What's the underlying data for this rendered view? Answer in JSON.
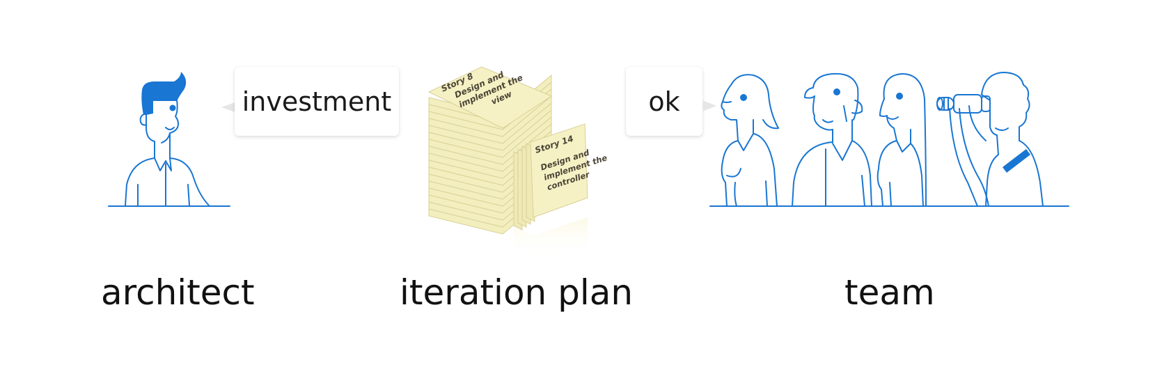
{
  "colors": {
    "line_blue": "#1976d2",
    "card_fill": "#f6f1c4",
    "card_edge": "#d8d098",
    "card_text": "#4a4536",
    "caption_text": "#111111"
  },
  "architect": {
    "label": "architect",
    "bubble_text": "investment",
    "icon": "architect-person-icon"
  },
  "iteration_plan": {
    "label": "iteration plan",
    "icon": "story-card-stack-icon",
    "back_card": {
      "title": "Story 8",
      "lines": [
        "Design and",
        "implement the",
        "view"
      ]
    },
    "front_card": {
      "title": "Story 14",
      "lines": [
        "Design and",
        "implement the",
        "controller"
      ]
    }
  },
  "team": {
    "label": "team",
    "bubble_text": "ok",
    "icon": "team-group-icon"
  }
}
